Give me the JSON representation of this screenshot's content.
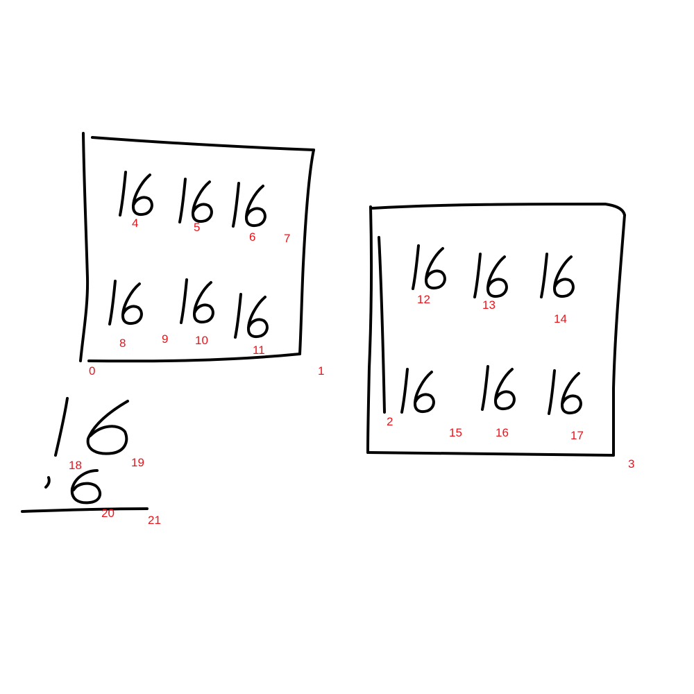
{
  "ink_color": "#000000",
  "label_color": "#e8141c",
  "labels": [
    "0",
    "1",
    "2",
    "3",
    "4",
    "5",
    "6",
    "7",
    "8",
    "9",
    "10",
    "11",
    "12",
    "13",
    "14",
    "15",
    "16",
    "17",
    "18",
    "19",
    "20",
    "21"
  ]
}
